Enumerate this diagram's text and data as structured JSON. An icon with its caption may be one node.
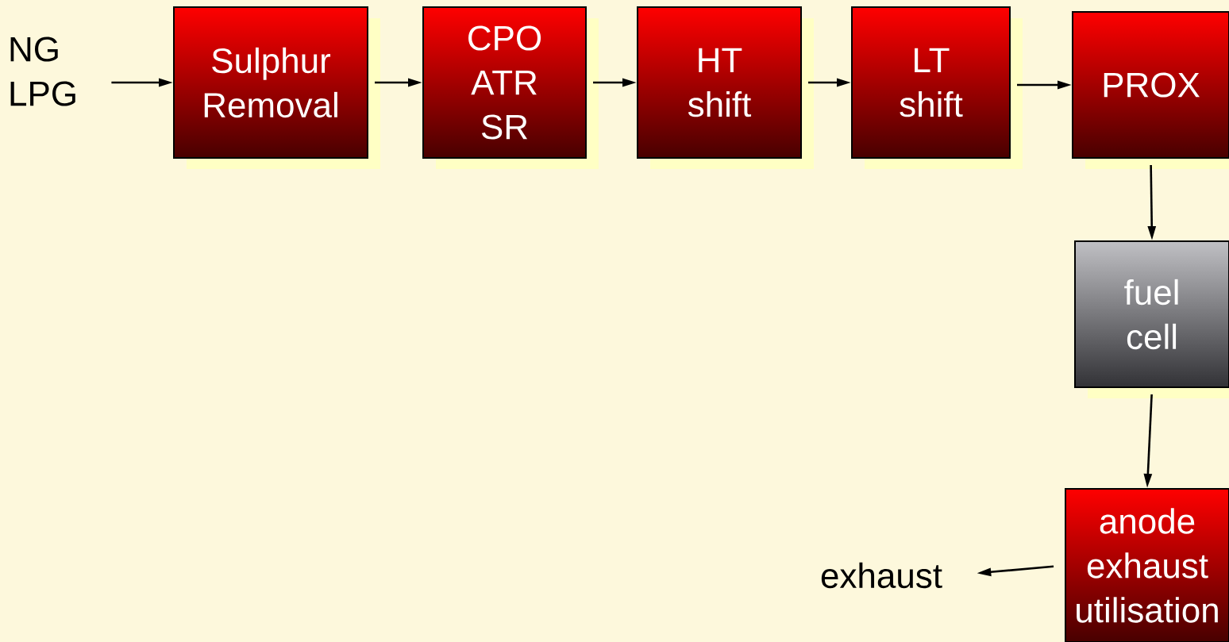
{
  "diagram": {
    "nodes": [
      {
        "text": [
          "NG LPG"
        ]
      },
      {
        "text": [
          "Sulphur Removal"
        ]
      },
      {
        "text": [
          "CPO ATR SR"
        ]
      },
      {
        "text": [
          "HT shift"
        ]
      },
      {
        "text": [
          "LT shift"
        ]
      },
      {
        "text": [
          "PROX"
        ]
      },
      {
        "text": [
          "fuel cell"
        ]
      },
      {
        "text": [
          "anode exhaust utilisation"
        ]
      },
      {
        "text": [
          "exhaust"
        ]
      }
    ],
    "edges": [
      {
        "from": 0,
        "to": 1,
        "arrow": "to"
      },
      {
        "from": 1,
        "to": 2,
        "arrow": "to"
      },
      {
        "from": 2,
        "to": 3,
        "arrow": "to"
      },
      {
        "from": 3,
        "to": 4,
        "arrow": "to"
      },
      {
        "from": 4,
        "to": 5,
        "arrow": "to"
      },
      {
        "from": 5,
        "to": 6,
        "arrow": "to"
      },
      {
        "from": 6,
        "to": 7,
        "arrow": "to"
      },
      {
        "from": 7,
        "to": 8,
        "arrow": "to"
      }
    ]
  }
}
